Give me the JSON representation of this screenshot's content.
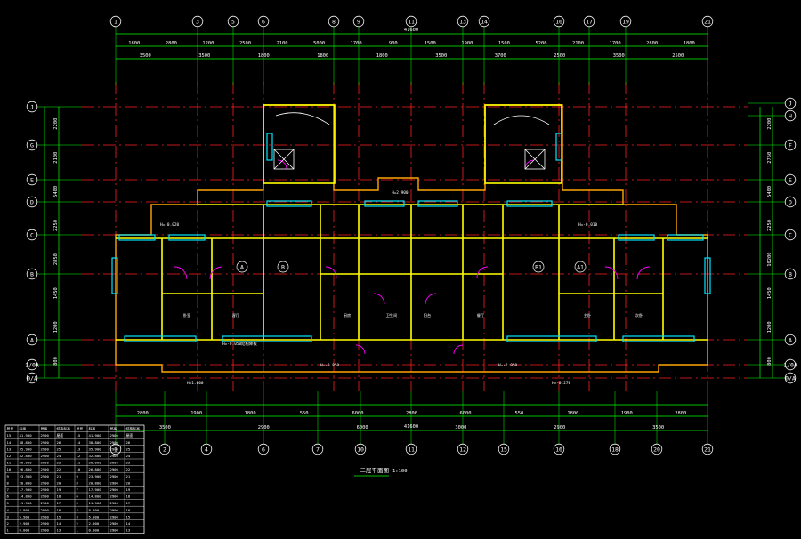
{
  "colors": {
    "background": "#000000",
    "axis_line": "#00ff00",
    "axis_bubble": "#ffffff",
    "dimension": "#00ff00",
    "grid_red": "#ff2020",
    "wall": "#ffff00",
    "window": "#00e5ff",
    "door": "#ff00ff",
    "outline": "#ffa500",
    "text": "#ffffff"
  },
  "drawing": {
    "title": "二层平面图",
    "scale": "1:100",
    "total_length": "41600"
  },
  "top_axes": [
    "1",
    "3",
    "5",
    "6",
    "8",
    "9",
    "11",
    "13",
    "14",
    "16",
    "17",
    "19",
    "21"
  ],
  "bottom_axes": [
    "1",
    "2",
    "4",
    "6",
    "7",
    "10",
    "11",
    "12",
    "15",
    "16",
    "18",
    "20",
    "21"
  ],
  "left_axes": [
    "J",
    "G",
    "E",
    "D",
    "C",
    "B",
    "A",
    "1/0A",
    "0/A"
  ],
  "right_axes": [
    "J",
    "H",
    "F",
    "E",
    "D",
    "C",
    "B",
    "A",
    "1/0A",
    "0/A"
  ],
  "top_dims_row1": [
    "1800",
    "2800",
    "1200",
    "2500",
    "2100",
    "5000",
    "1700",
    "900",
    "1500",
    "1900",
    "1500",
    "5200",
    "2100",
    "1700",
    "2800",
    "1800"
  ],
  "top_dims_row2": [
    "3500",
    "3500",
    "1800",
    "1800",
    "1800",
    "3500",
    "3700",
    "2500",
    "3500",
    "2500"
  ],
  "bottom_dims_row1": [
    "2800",
    "1900",
    "1800",
    "550",
    "6000",
    "2800",
    "6000",
    "550",
    "1800",
    "1900",
    "2800"
  ],
  "bottom_dims_row2": [
    "3500",
    "2900",
    "6000",
    "3000",
    "2900",
    "3500"
  ],
  "left_dims": [
    "2200",
    "2100",
    "5400",
    "2250",
    "2850",
    "1450",
    "1200",
    "800"
  ],
  "right_dims": [
    "2200",
    "2750",
    "5400",
    "2250",
    "10200",
    "1450",
    "1200",
    "800"
  ],
  "unit_labels": [
    "A",
    "B",
    "B1",
    "A1"
  ],
  "notes": [
    "H=-0.050结构降板",
    "H=-0.020",
    "H=-0.010",
    "H=-0.850",
    "H=-2.950",
    "H=1.000",
    "H=2.900",
    "H=-0.270"
  ],
  "legend": {
    "headers": [
      "层号",
      "标高",
      "层高",
      "结构标高"
    ],
    "rows": [
      [
        "15",
        "41.900",
        "2900",
        "屋面"
      ],
      [
        "14",
        "38.800",
        "2900",
        "26"
      ],
      [
        "13",
        "35.900",
        "2900",
        "25"
      ],
      [
        "12",
        "32.800",
        "2900",
        "24"
      ],
      [
        "11",
        "29.900",
        "2900",
        "23"
      ],
      [
        "10",
        "26.800",
        "2900",
        "22"
      ],
      [
        "9",
        "23.900",
        "2900",
        "21"
      ],
      [
        "8",
        "20.800",
        "2900",
        "20"
      ],
      [
        "7",
        "17.900",
        "2900",
        "19"
      ],
      [
        "6",
        "14.800",
        "2900",
        "18"
      ],
      [
        "5",
        "11.900",
        "2900",
        "17"
      ],
      [
        "4",
        "8.800",
        "2900",
        "16"
      ],
      [
        "3",
        "5.900",
        "2900",
        "15"
      ],
      [
        "2",
        "2.900",
        "2900",
        "14"
      ],
      [
        "1",
        "0.000",
        "2900",
        "13"
      ]
    ]
  },
  "room_labels": [
    "卧室",
    "客厅",
    "厨房",
    "卫生间",
    "阳台",
    "餐厅",
    "主卧",
    "次卧"
  ]
}
